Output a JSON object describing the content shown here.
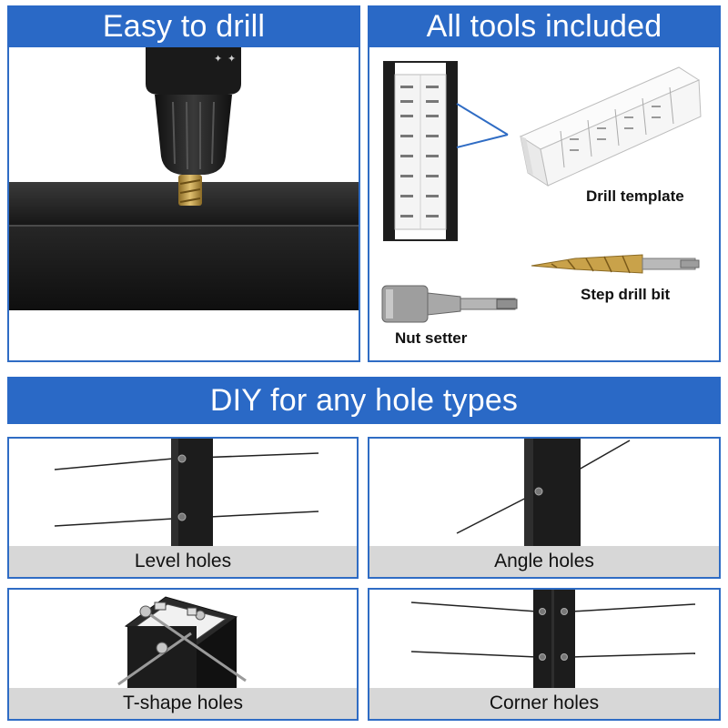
{
  "sections": {
    "easy_drill": {
      "title": "Easy to drill"
    },
    "tools": {
      "title": "All tools included",
      "items": {
        "template": "Drill template",
        "step_bit": "Step drill bit",
        "nut_setter": "Nut setter"
      }
    },
    "diy": {
      "title": "DIY for any hole types"
    }
  },
  "hole_types": {
    "level": "Level holes",
    "angle": "Angle holes",
    "tshape": "T-shape holes",
    "corner": "Corner holes"
  },
  "colors": {
    "banner_blue": "#2a69c6",
    "border_blue": "#2f6cc4",
    "caption_gray": "#d7d7d7",
    "post_black": "#1c1c1c",
    "bit_gold": "#c9a24a"
  }
}
